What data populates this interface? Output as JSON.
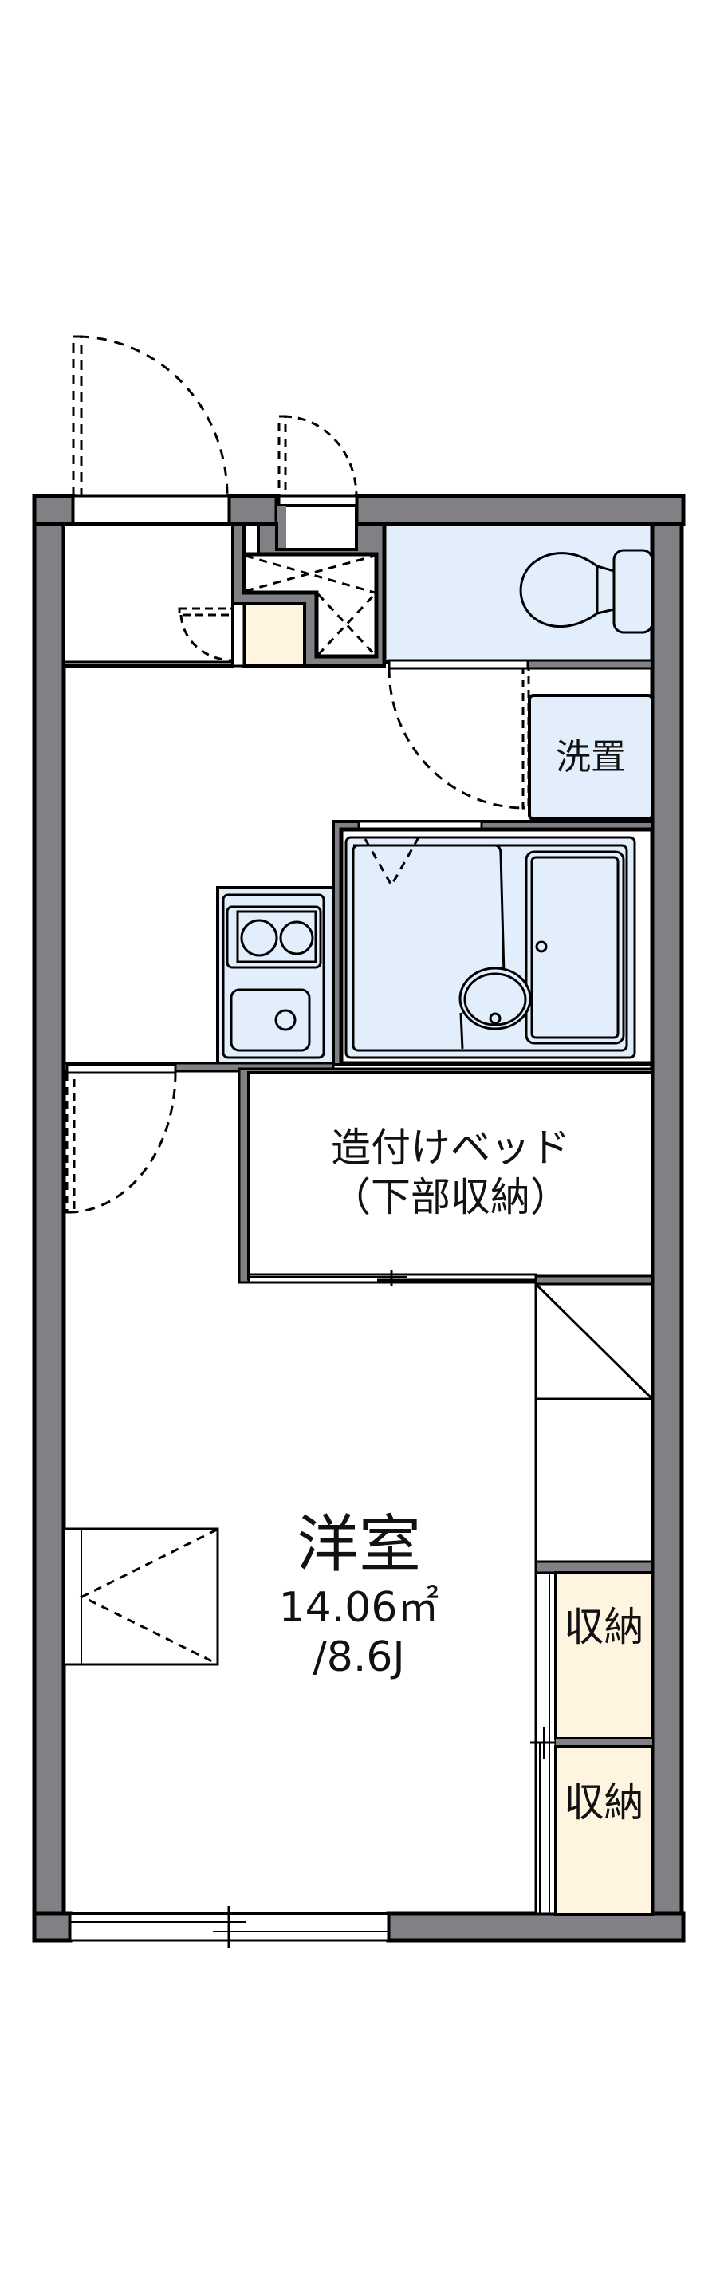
{
  "floorplan": {
    "colors": {
      "wall": "#808085",
      "line": "#000000",
      "wet_area": "#e3eefc",
      "storage": "#fff4e0",
      "background": "#ffffff"
    },
    "rooms": {
      "main_room": {
        "name": "洋室",
        "area": "14.06㎡",
        "size_jo": "/8.6J"
      },
      "built_in_bed": {
        "line1": "造付けベッド",
        "line2": "（下部収納）"
      },
      "washer_space": {
        "label": "洗置"
      },
      "closet_1": {
        "label": "収納"
      },
      "closet_2": {
        "label": "収納"
      }
    },
    "fixtures": [
      "toilet-icon",
      "kitchen-stove-icon",
      "kitchen-sink-icon",
      "bathtub-icon",
      "wash-basin-icon",
      "shoe-cabinet-icon"
    ]
  }
}
